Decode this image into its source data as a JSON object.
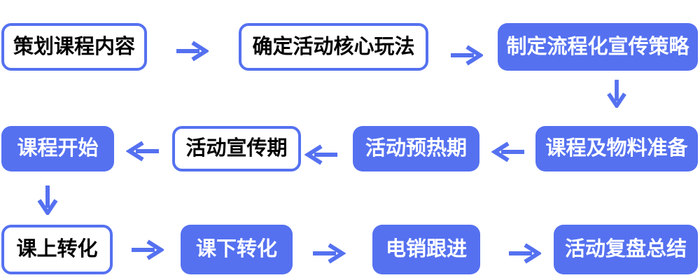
{
  "colors": {
    "accent": "#5571F0",
    "fill_node_text": "#FFFFFF",
    "outline_node_text": "#000000",
    "background": "#FFFFFF"
  },
  "nodes": [
    {
      "id": "plan-course-content",
      "label": "策划课程内容",
      "variant": "outline"
    },
    {
      "id": "define-core-gameplay",
      "label": "确定活动核心玩法",
      "variant": "outline"
    },
    {
      "id": "create-streamlined-promotion-strategy",
      "label": "制定流程化宣传策略",
      "variant": "filled"
    },
    {
      "id": "course-and-material-preparation",
      "label": "课程及物料准备",
      "variant": "filled"
    },
    {
      "id": "activity-warmup-period",
      "label": "活动预热期",
      "variant": "filled"
    },
    {
      "id": "activity-promotion-period",
      "label": "活动宣传期",
      "variant": "outline"
    },
    {
      "id": "course-start",
      "label": "课程开始",
      "variant": "filled"
    },
    {
      "id": "in-class-conversion",
      "label": "课上转化",
      "variant": "outline"
    },
    {
      "id": "after-class-conversion",
      "label": "课下转化",
      "variant": "filled"
    },
    {
      "id": "telesales-follow-up",
      "label": "电销跟进",
      "variant": "filled"
    },
    {
      "id": "activity-review-summary",
      "label": "活动复盘总结",
      "variant": "filled"
    }
  ],
  "flow": [
    {
      "from": "策划课程内容",
      "to": "确定活动核心玩法",
      "direction": "right"
    },
    {
      "from": "确定活动核心玩法",
      "to": "制定流程化宣传策略",
      "direction": "right"
    },
    {
      "from": "制定流程化宣传策略",
      "to": "课程及物料准备",
      "direction": "down"
    },
    {
      "from": "课程及物料准备",
      "to": "活动预热期",
      "direction": "left"
    },
    {
      "from": "活动预热期",
      "to": "活动宣传期",
      "direction": "left"
    },
    {
      "from": "活动宣传期",
      "to": "课程开始",
      "direction": "left"
    },
    {
      "from": "课程开始",
      "to": "课上转化",
      "direction": "down"
    },
    {
      "from": "课上转化",
      "to": "课下转化",
      "direction": "right"
    },
    {
      "from": "课下转化",
      "to": "电销跟进",
      "direction": "right"
    },
    {
      "from": "电销跟进",
      "to": "活动复盘总结",
      "direction": "right"
    }
  ]
}
